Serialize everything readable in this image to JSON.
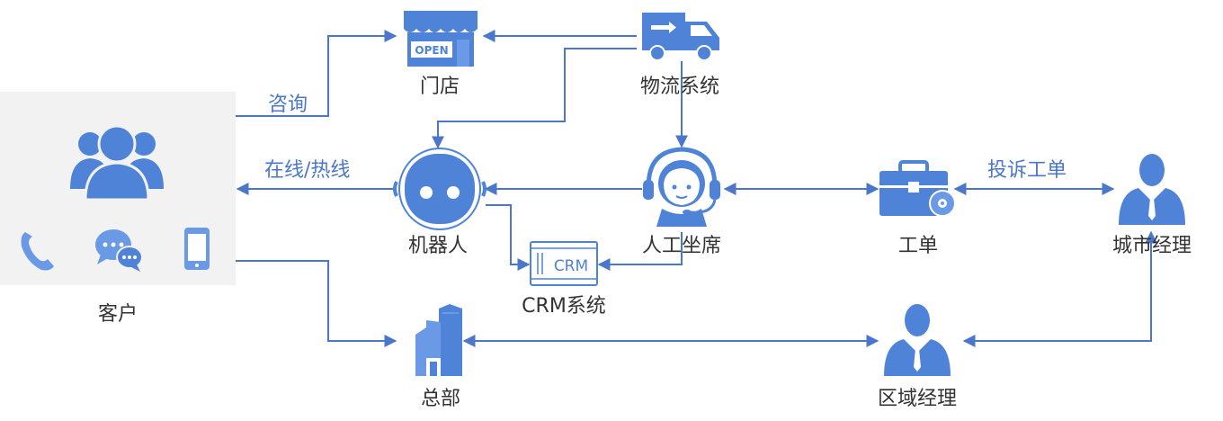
{
  "nodes": {
    "customer": "客户",
    "store": "门店",
    "logistics": "物流系统",
    "robot": "机器人",
    "agent": "人工坐席",
    "ticket": "工单",
    "city_manager": "城市经理",
    "crm": "CRM系统",
    "headquarters": "总部",
    "regional_manager": "区域经理"
  },
  "edges": {
    "consult": "咨询",
    "online_hotline": "在线/热线",
    "complaint_ticket": "投诉工单"
  },
  "icon_text": {
    "open_sign": "OPEN",
    "crm_box": "CRM"
  },
  "colors": {
    "primary": "#4a77c9",
    "icon": "#4f83d8",
    "icon_light": "#6a9ae6",
    "panel": "#f2f2f2"
  }
}
